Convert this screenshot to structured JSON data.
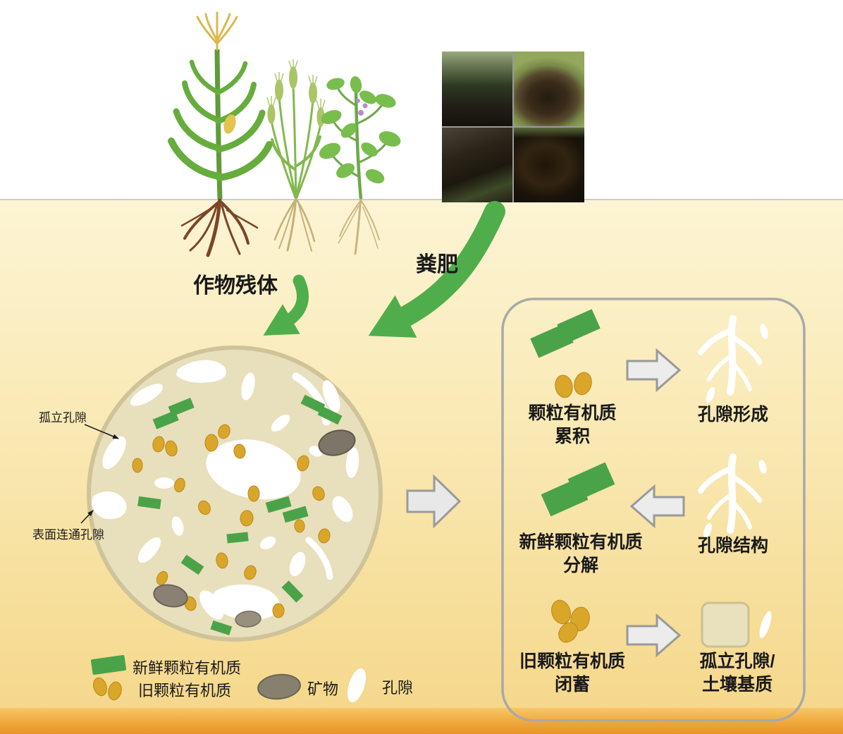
{
  "header": {
    "crop_residue_label": "作物残体",
    "manure_label": "粪肥"
  },
  "aggregate": {
    "annotations": {
      "isolated_pore": "孤立孔隙",
      "surface_connected_pore": "表面连通孔隙"
    }
  },
  "panel": {
    "rows": [
      {
        "process_line1": "颗粒有机质",
        "process_line2": "累积",
        "arrow": "right",
        "result_line1": "孔隙形成",
        "result_line2": ""
      },
      {
        "process_line1": "新鲜颗粒有机质",
        "process_line2": "分解",
        "arrow": "left",
        "result_line1": "孔隙结构",
        "result_line2": ""
      },
      {
        "process_line1": "旧颗粒有机质",
        "process_line2": "闭蓄",
        "arrow": "right",
        "result_line1": "孤立孔隙/",
        "result_line2": "土壤基质"
      }
    ]
  },
  "legend": {
    "items": [
      {
        "icon": "fresh-pom-icon",
        "label": "新鲜颗粒有机质"
      },
      {
        "icon": "old-pom-icon",
        "label": "旧颗粒有机质"
      },
      {
        "icon": "mineral-icon",
        "label": "矿物"
      },
      {
        "icon": "pore-icon",
        "label": "孔隙"
      }
    ]
  },
  "colors": {
    "fresh_pom_green": "#4aa348",
    "old_pom_gold": "#d9a62a",
    "arrow_green": "#4fae4b",
    "mineral_gray": "#87806f",
    "soil_circle": "#e8dfbc",
    "soil_bg_top": "#fcf4d4",
    "soil_bg_bottom": "#f5d88c",
    "bottom_band": "#ef9f30",
    "panel_border": "#a9a9a9",
    "pore_white": "#ffffff"
  }
}
